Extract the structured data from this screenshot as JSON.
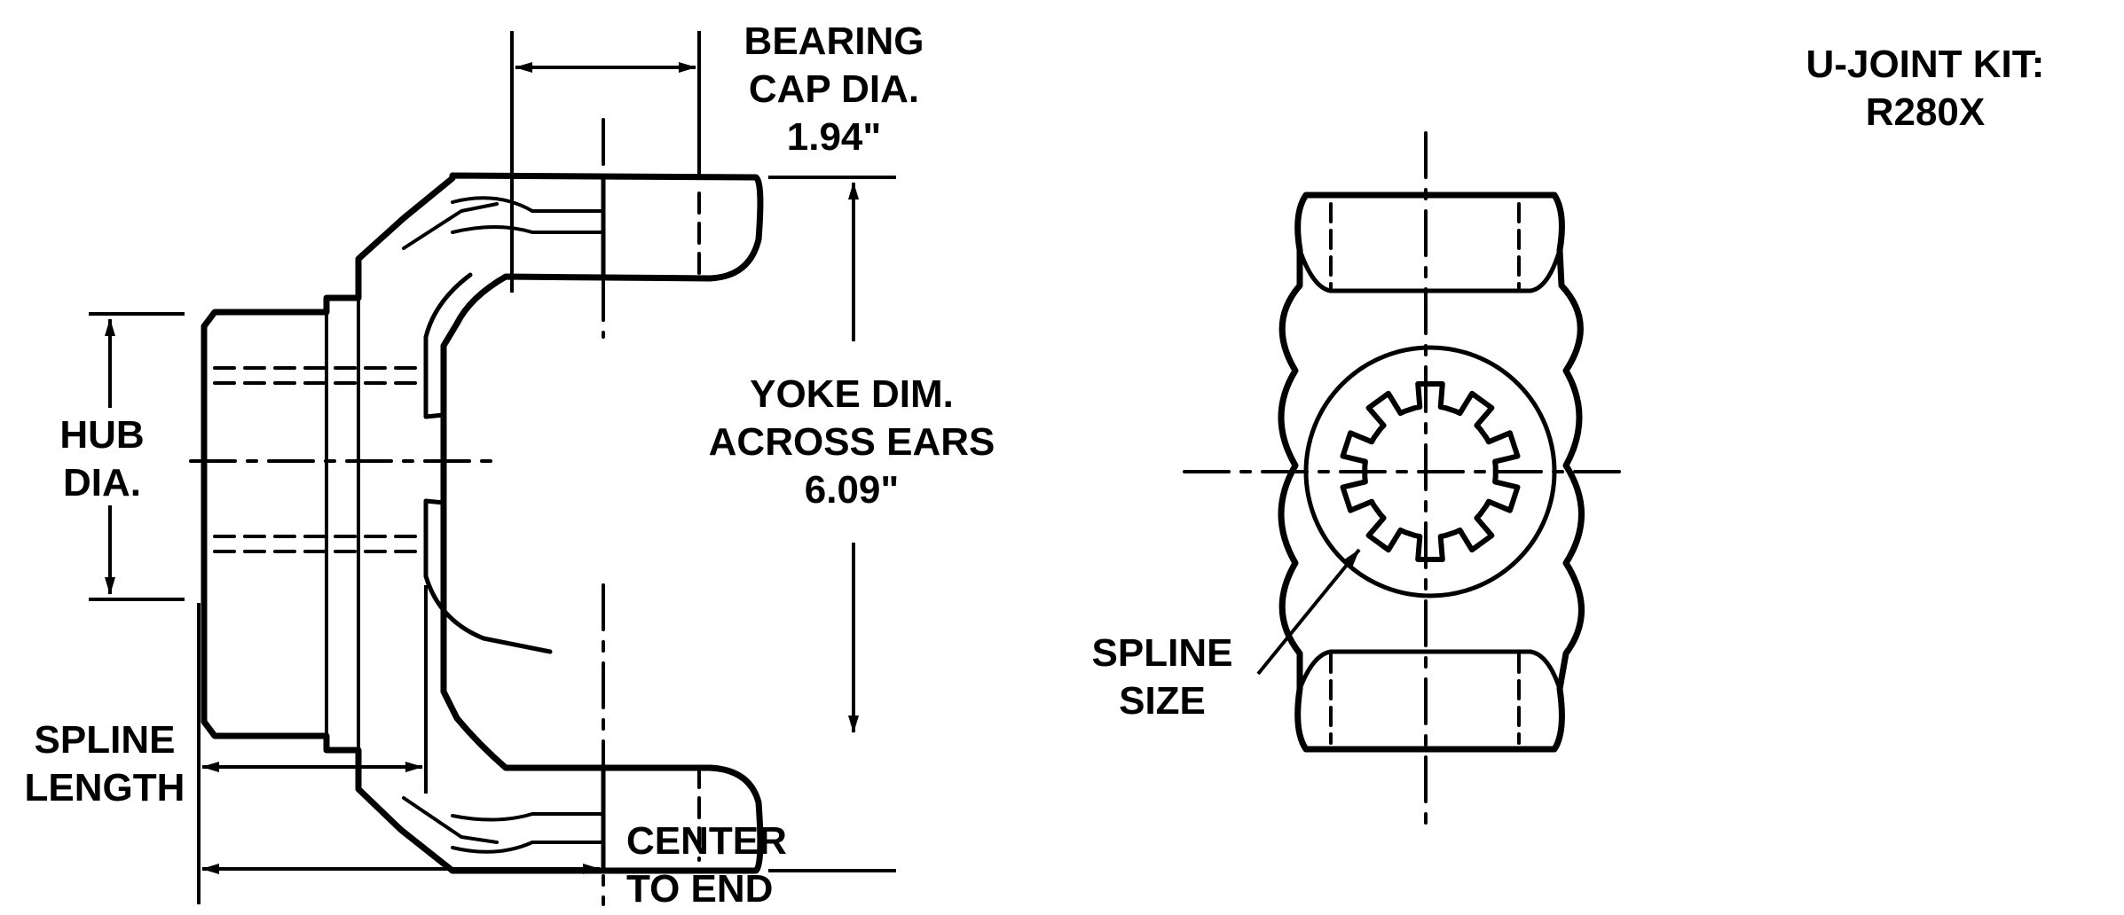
{
  "labels": {
    "bearing_cap": {
      "line1": "BEARING",
      "line2": "CAP DIA.",
      "value": "1.94\""
    },
    "yoke_dim": {
      "line1": "YOKE DIM.",
      "line2": "ACROSS EARS",
      "value": "6.09\""
    },
    "hub_dia": {
      "line1": "HUB",
      "line2": "DIA."
    },
    "spline_length": {
      "line1": "SPLINE",
      "line2": "LENGTH"
    },
    "center_to_end": {
      "line1": "CENTER",
      "line2": "TO END"
    },
    "spline_size": {
      "line1": "SPLINE",
      "line2": "SIZE"
    },
    "ujoint_kit": {
      "line1": "U-JOINT KIT:",
      "line2": "R280X"
    }
  },
  "views": {
    "side_view": "yoke-side-view",
    "end_view": "yoke-end-view"
  },
  "spline_teeth": 10,
  "colors": {
    "ink": "#000000",
    "paper": "#ffffff"
  }
}
